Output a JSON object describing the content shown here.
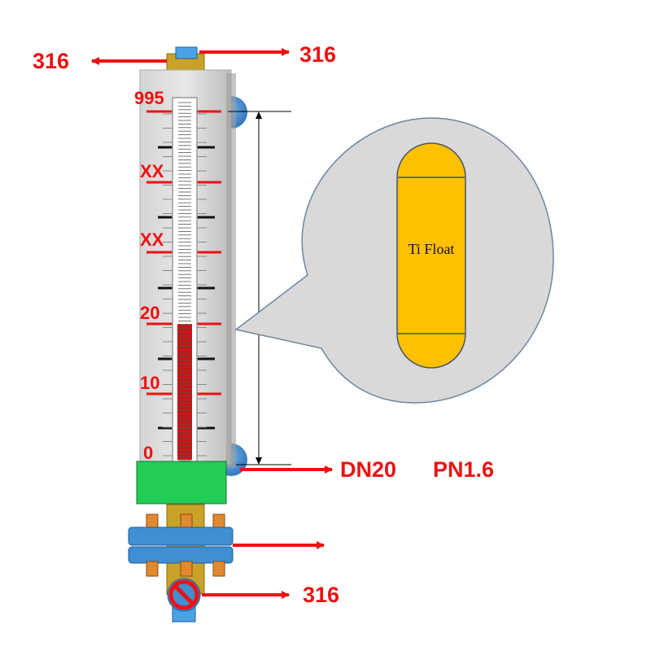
{
  "labels": {
    "top_left_outlet": "316",
    "top_right_outlet": "316",
    "connection_spec_size": "DN20",
    "connection_spec_pressure": "PN1.6",
    "drain_outlet": "316"
  },
  "scale_marks": [
    "995",
    "XX",
    "XX",
    "20",
    "10",
    "0"
  ],
  "float_label": "Ti Float",
  "colors": {
    "accent_red": "#ee1111",
    "level_column": "#c81414",
    "float_yellow": "#ffc000",
    "flange_blue": "#3f8fd2",
    "base_green": "#22cc55",
    "callout_bubble": "#d9d9d9"
  },
  "level_fill_fraction": 0.38
}
